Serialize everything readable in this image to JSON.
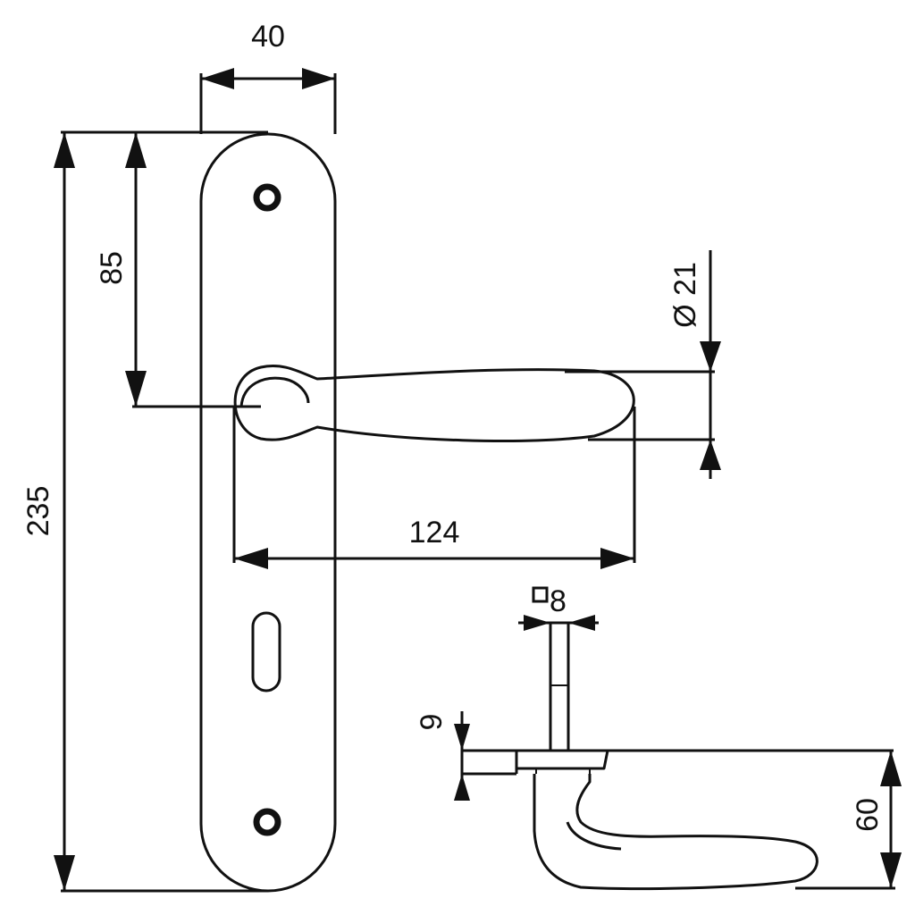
{
  "dimensions": {
    "width": "40",
    "center": "85",
    "total_length": "235",
    "handle_length": "124",
    "rose_diameter": "Ø 21",
    "spindle_square": "8",
    "plate_thickness": "9",
    "projection": "60"
  },
  "colors": {
    "stroke": "#111111",
    "background": "#ffffff"
  }
}
